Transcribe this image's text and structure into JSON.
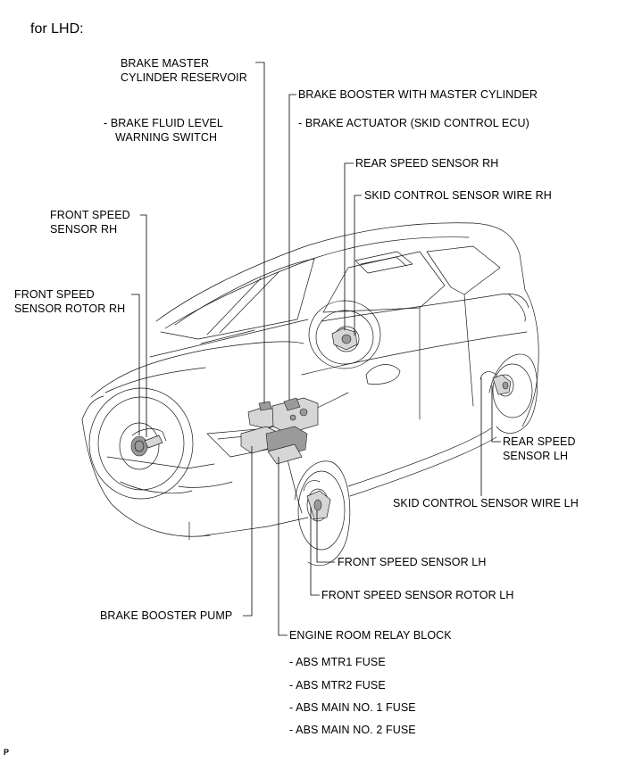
{
  "heading": "for LHD:",
  "labels": {
    "brake_master_reservoir": [
      "BRAKE MASTER",
      "CYLINDER RESERVOIR"
    ],
    "brake_fluid_switch": [
      "- BRAKE FLUID LEVEL",
      "WARNING SWITCH"
    ],
    "brake_booster": "BRAKE BOOSTER WITH MASTER CYLINDER",
    "brake_actuator": "- BRAKE ACTUATOR (SKID CONTROL ECU)",
    "rear_speed_sensor_rh": "REAR SPEED SENSOR RH",
    "skid_wire_rh": "SKID CONTROL SENSOR WIRE RH",
    "front_speed_sensor_rh": [
      "FRONT SPEED",
      "SENSOR RH"
    ],
    "front_speed_rotor_rh": [
      "FRONT SPEED",
      "SENSOR ROTOR RH"
    ],
    "rear_speed_sensor_lh": [
      "REAR SPEED",
      "SENSOR LH"
    ],
    "skid_wire_lh": "SKID CONTROL SENSOR WIRE LH",
    "front_speed_sensor_lh": "FRONT SPEED SENSOR LH",
    "front_speed_rotor_lh": "FRONT SPEED SENSOR ROTOR LH",
    "brake_booster_pump": "BRAKE BOOSTER PUMP",
    "engine_relay_block": "ENGINE ROOM RELAY BLOCK",
    "fuses": [
      "- ABS MTR1 FUSE",
      "- ABS MTR2 FUSE",
      "- ABS MAIN NO. 1 FUSE",
      "- ABS MAIN NO. 2 FUSE"
    ]
  },
  "figure_code": "P"
}
